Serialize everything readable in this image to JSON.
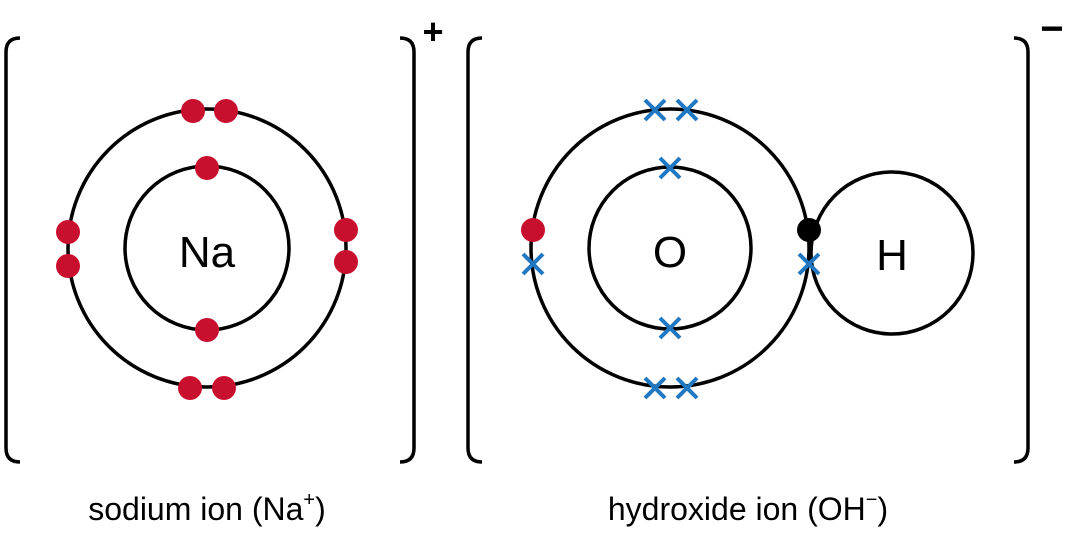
{
  "colors": {
    "electron_red": "#c8102e",
    "cross_blue": "#1f78c1",
    "line": "#000000",
    "shared_dot": "#000000"
  },
  "sodium": {
    "symbol": "Na",
    "charge": "+",
    "caption_main": "sodium ion (Na",
    "caption_sup": "+",
    "caption_end": ")"
  },
  "hydroxide": {
    "symbol_o": "O",
    "symbol_h": "H",
    "charge": "−",
    "caption_main": "hydroxide ion (OH",
    "caption_sup": "−",
    "caption_end": ")"
  }
}
